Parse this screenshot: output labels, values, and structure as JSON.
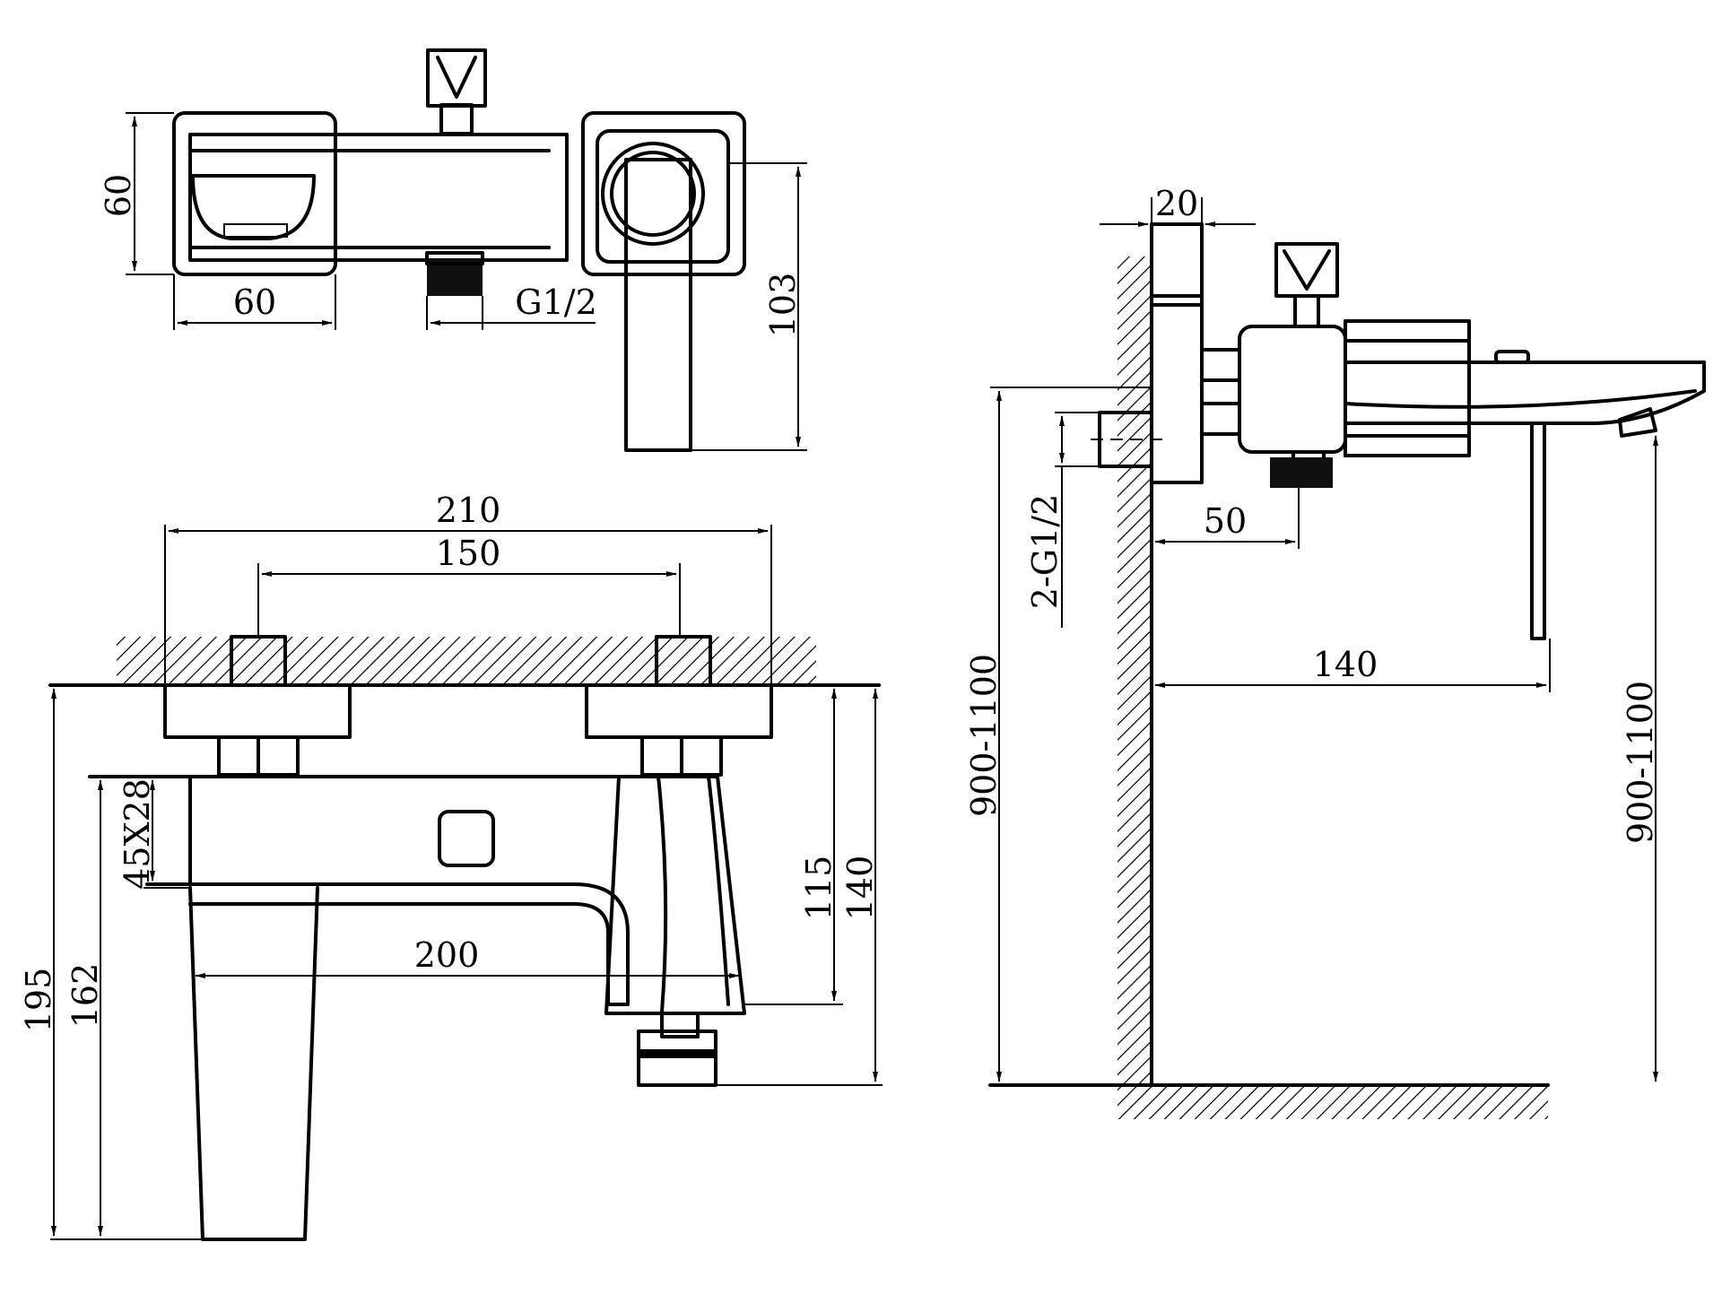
{
  "colors": {
    "line": "#000000",
    "background": "#ffffff"
  },
  "top_view": {
    "dim_width": "60",
    "dim_height": "60",
    "dim_thread": "G1/2",
    "dim_depth": "103"
  },
  "front_view": {
    "dim_overall": "210",
    "dim_centers": "150",
    "dim_spout_reach": "200",
    "dim_spout_section": "45X28",
    "dim_height_total": "195",
    "dim_height_body": "162",
    "dim_spout_height": "115",
    "dim_outlet_height": "140"
  },
  "side_view": {
    "dim_escutcheon": "20",
    "dim_inlet": "2-G1/2",
    "dim_outlet_offset": "50",
    "dim_spout_projection": "140",
    "dim_mount_height_left": "900-1100",
    "dim_mount_height_right": "900-1100"
  }
}
